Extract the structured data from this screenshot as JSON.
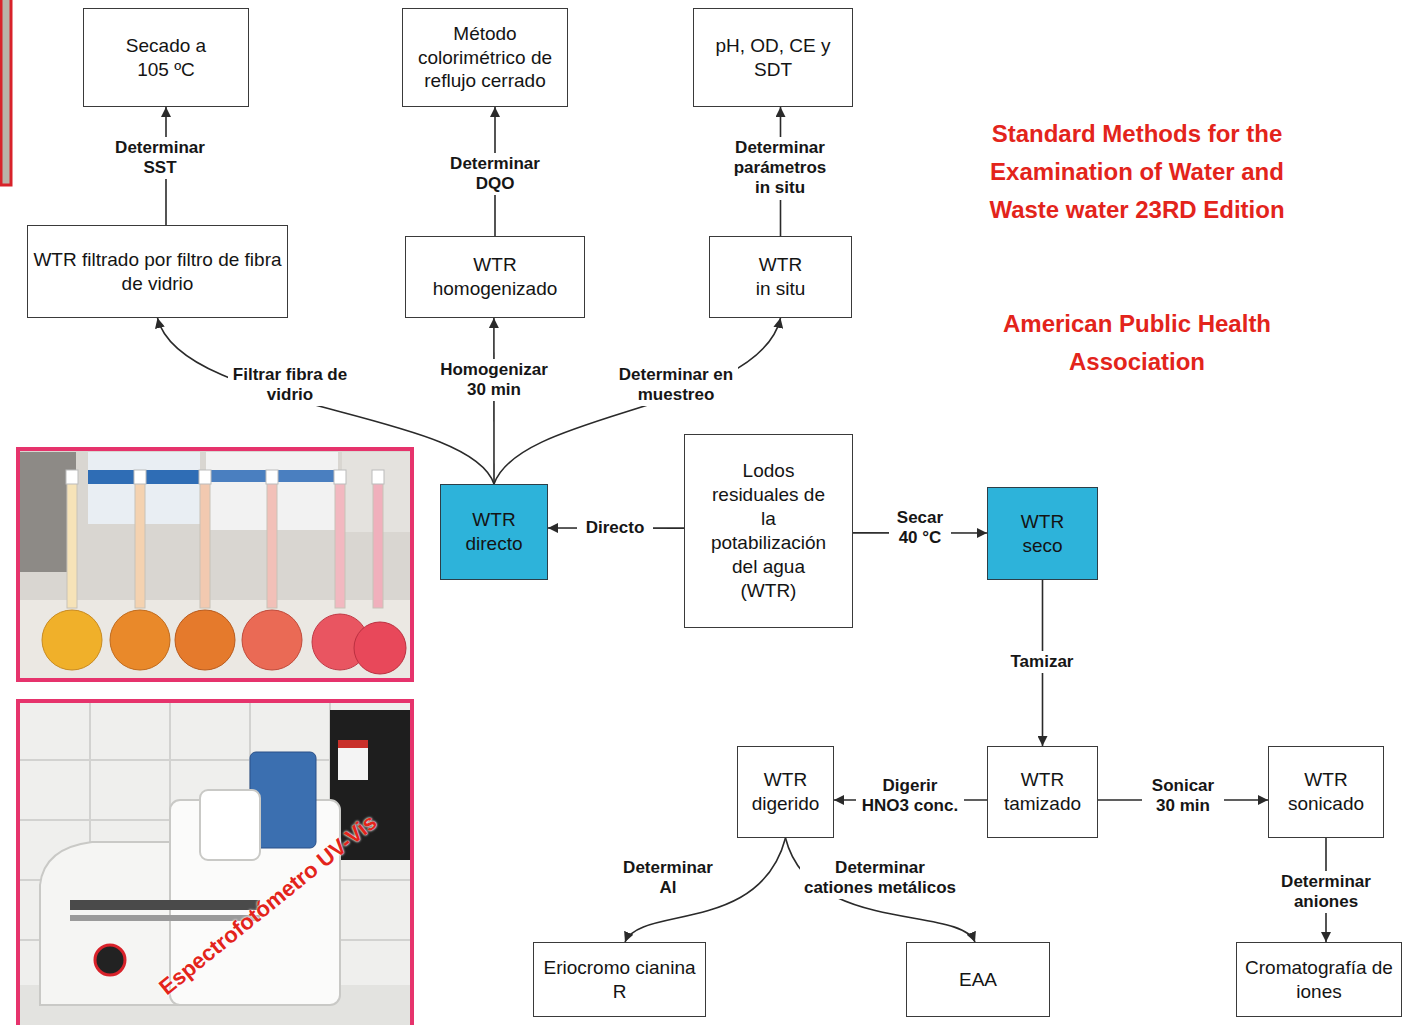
{
  "diagram": {
    "nodes": [
      {
        "text": [
          "Secado a 105 ºC"
        ]
      },
      {
        "text": [
          "Método colorimétrico de reflujo cerrado"
        ]
      },
      {
        "text": [
          "pH, OD, CE y SDT"
        ]
      },
      {
        "text": [
          "WTR filtrado por filtro de fibra de vidrio"
        ]
      },
      {
        "text": [
          "WTR homogenizado"
        ]
      },
      {
        "text": [
          "WTR in situ"
        ]
      },
      {
        "text": [
          "WTR directo"
        ]
      },
      {
        "text": [
          "Lodos residuales de la potabilización del agua (WTR)"
        ]
      },
      {
        "text": [
          "WTR seco"
        ]
      },
      {
        "text": [
          "WTR digerido"
        ]
      },
      {
        "text": [
          "WTR tamizado"
        ]
      },
      {
        "text": [
          "WTR sonicado"
        ]
      },
      {
        "text": [
          "Eriocromo cianina R"
        ]
      },
      {
        "text": [
          "EAA"
        ]
      },
      {
        "text": [
          "Cromatografía de iones"
        ]
      }
    ],
    "edges": [
      {
        "from": 3,
        "to": 0,
        "label": "Determinar SST",
        "arrow": "to"
      },
      {
        "from": 4,
        "to": 1,
        "label": "Determinar DQO",
        "arrow": "to"
      },
      {
        "from": 5,
        "to": 2,
        "label": "Determinar parámetros in situ",
        "arrow": "to"
      },
      {
        "from": 6,
        "to": 3,
        "label": "Filtrar fibra de vidrio",
        "arrow": "to"
      },
      {
        "from": 6,
        "to": 4,
        "label": "Homogenizar 30 min",
        "arrow": "to"
      },
      {
        "from": 6,
        "to": 5,
        "label": "Determinar en muestreo",
        "arrow": "to"
      },
      {
        "from": 7,
        "to": 6,
        "label": "Directo",
        "arrow": "to"
      },
      {
        "from": 7,
        "to": 8,
        "label": "Secar 40 °C",
        "arrow": "to"
      },
      {
        "from": 8,
        "to": 10,
        "label": "Tamizar",
        "arrow": "to"
      },
      {
        "from": 10,
        "to": 9,
        "label": "Digerir HNO3 conc.",
        "arrow": "to"
      },
      {
        "from": 10,
        "to": 11,
        "label": "Sonicar 30 min",
        "arrow": "to"
      },
      {
        "from": 11,
        "to": 14,
        "label": "Determinar aniones",
        "arrow": "to"
      },
      {
        "from": 9,
        "to": 12,
        "label": "Determinar Al",
        "arrow": "to"
      },
      {
        "from": 9,
        "to": 13,
        "label": "Determinar cationes metálicos",
        "arrow": "to"
      }
    ],
    "labels": [
      "Standard Methods for the Examination of Water and Waste water 23RD Edition",
      "American Public Health Association",
      "Espectrofotómetro UV-Vis"
    ]
  }
}
